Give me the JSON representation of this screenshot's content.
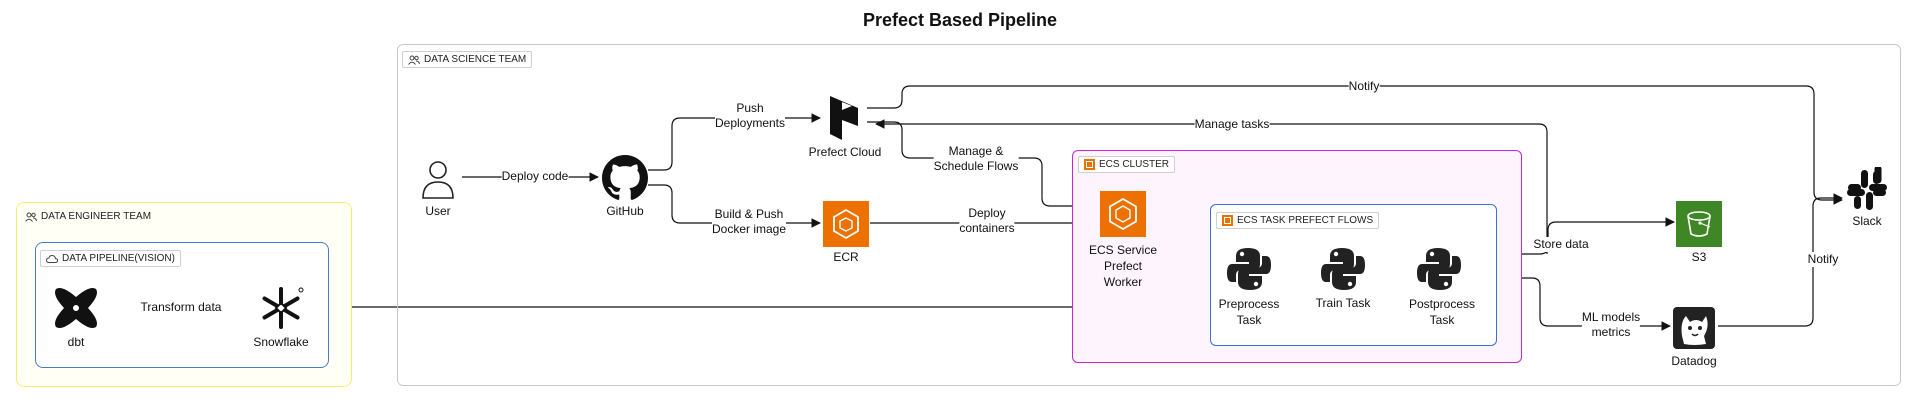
{
  "title": "Prefect Based Pipeline",
  "groups": {
    "data_science_team": "DATA SCIENCE TEAM",
    "data_engineer_team": "DATA ENGINEER TEAM",
    "data_pipeline": "DATA PIPELINE(VISION)",
    "ecs_cluster": "ECS CLUSTER",
    "ecs_task_flows": "ECS TASK PREFECT FLOWS"
  },
  "nodes": {
    "user": "User",
    "github": "GitHub",
    "prefect_cloud": "Prefect Cloud",
    "ecr": "ECR",
    "ecs_worker": [
      "ECS Service",
      "Prefect",
      "Worker"
    ],
    "preprocess": [
      "Preprocess",
      "Task"
    ],
    "train": "Train Task",
    "postprocess": [
      "Postprocess",
      "Task"
    ],
    "s3": "S3",
    "datadog": "Datadog",
    "slack": "Slack",
    "dbt": "dbt",
    "snowflake": "Snowflake"
  },
  "edges": {
    "deploy_code": "Deploy code",
    "push_deployments": [
      "Push",
      "Deployments"
    ],
    "build_push": [
      "Build & Push",
      "Docker image"
    ],
    "manage_schedule": [
      "Manage &",
      "Schedule Flows"
    ],
    "deploy_containers": [
      "Deploy",
      "containers"
    ],
    "notify_top": "Notify",
    "manage_tasks": "Manage tasks",
    "store_data": "Store data",
    "ml_metrics": [
      "ML models",
      "metrics"
    ],
    "notify_right": "Notify",
    "transform_data": "Transform data"
  },
  "colors": {
    "aws_orange": "#ED7100",
    "s3_green": "#3F8624",
    "ecs_pink": "#C925D1",
    "task_blue": "#3B6FD0",
    "engineer_yellow": "#F2EE6E",
    "python_dark": "#222222"
  },
  "icons": {
    "user": "user-icon",
    "github": "github-icon",
    "prefect": "prefect-logo-icon",
    "ecr": "ecr-icon",
    "ecs": "ecs-icon",
    "python": "python-icon",
    "s3": "s3-bucket-icon",
    "datadog": "datadog-icon",
    "slack": "slack-icon",
    "dbt": "dbt-icon",
    "snowflake": "snowflake-icon"
  }
}
